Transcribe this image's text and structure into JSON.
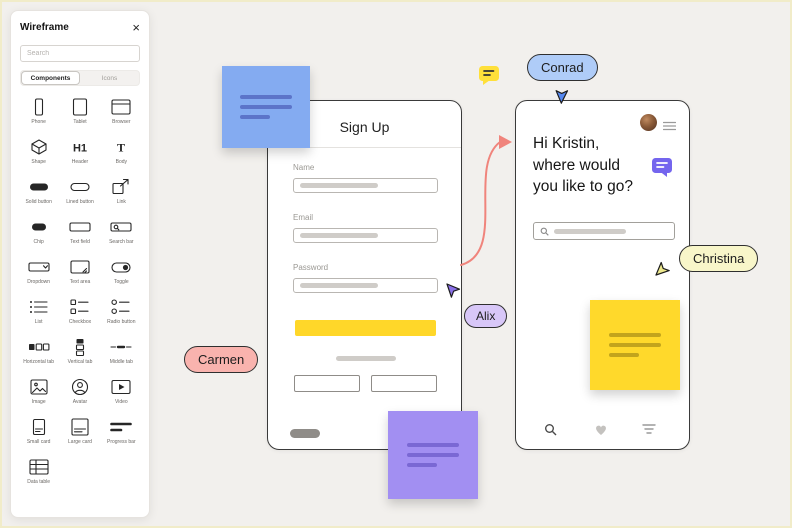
{
  "sidebar": {
    "title": "Wireframe",
    "close_icon": "×",
    "search": {
      "placeholder": "Search"
    },
    "tabs": [
      {
        "label": "Components",
        "active": true
      },
      {
        "label": "Icons",
        "active": false
      }
    ],
    "components": [
      {
        "label": "Phone",
        "icon": "phone-icon"
      },
      {
        "label": "Tablet",
        "icon": "tablet-icon"
      },
      {
        "label": "Browser",
        "icon": "browser-icon"
      },
      {
        "label": "Shape",
        "icon": "shape-icon"
      },
      {
        "label": "Header",
        "icon": "header-icon"
      },
      {
        "label": "Body",
        "icon": "body-icon"
      },
      {
        "label": "Solid button",
        "icon": "solid-button-icon"
      },
      {
        "label": "Lined button",
        "icon": "lined-button-icon"
      },
      {
        "label": "Link",
        "icon": "link-icon"
      },
      {
        "label": "Chip",
        "icon": "chip-icon"
      },
      {
        "label": "Text field",
        "icon": "text-field-icon"
      },
      {
        "label": "Search bar",
        "icon": "search-bar-icon"
      },
      {
        "label": "Dropdown",
        "icon": "dropdown-icon"
      },
      {
        "label": "Text area",
        "icon": "text-area-icon"
      },
      {
        "label": "Toggle",
        "icon": "toggle-icon"
      },
      {
        "label": "List",
        "icon": "list-icon"
      },
      {
        "label": "Checkbox",
        "icon": "checkbox-icon"
      },
      {
        "label": "Radio button",
        "icon": "radio-button-icon"
      },
      {
        "label": "Horizontal tab",
        "icon": "horizontal-tab-icon"
      },
      {
        "label": "Vertical tab",
        "icon": "vertical-tab-icon"
      },
      {
        "label": "Middle tab",
        "icon": "middle-tab-icon"
      },
      {
        "label": "Image",
        "icon": "image-icon"
      },
      {
        "label": "Avatar",
        "icon": "avatar-icon"
      },
      {
        "label": "Video",
        "icon": "video-icon"
      },
      {
        "label": "Small card",
        "icon": "small-card-icon"
      },
      {
        "label": "Large card",
        "icon": "large-card-icon"
      },
      {
        "label": "Progress bar",
        "icon": "progress-bar-icon"
      },
      {
        "label": "Data table",
        "icon": "data-table-icon"
      }
    ]
  },
  "canvas": {
    "signup_frame": {
      "title": "Sign Up",
      "fields": [
        {
          "label": "Name"
        },
        {
          "label": "Email"
        },
        {
          "label": "Password"
        }
      ],
      "primary_button_color": "#FFD729"
    },
    "chat_frame": {
      "greeting": "Hi Kristin,\nwhere would\nyou like to go?"
    },
    "stickies": [
      {
        "id": "blue-sticky",
        "color": "#84ABF1",
        "line_color": "#5C74C9"
      },
      {
        "id": "purple-sticky",
        "color": "#A28FF2",
        "line_color": "#7A68D4"
      },
      {
        "id": "yellow-sticky",
        "color": "#FFD92B",
        "line_color": "#C2A41C"
      }
    ],
    "collaborators": [
      {
        "name": "Carmen",
        "pill_color": "#F9B3AE",
        "cursor_color": "#F07A72"
      },
      {
        "name": "Alix",
        "pill_color": "#D8C7F8",
        "cursor_color": "#8A70E8"
      },
      {
        "name": "Conrad",
        "pill_color": "#AFCCF8",
        "cursor_color": "#5588F0"
      },
      {
        "name": "Christina",
        "pill_color": "#F8F6C9",
        "cursor_color": "#EDE88D"
      }
    ],
    "connector_color": "#F0847C",
    "comment_colors": {
      "yellow": "#FFE03A",
      "purple": "#7465EE"
    }
  }
}
